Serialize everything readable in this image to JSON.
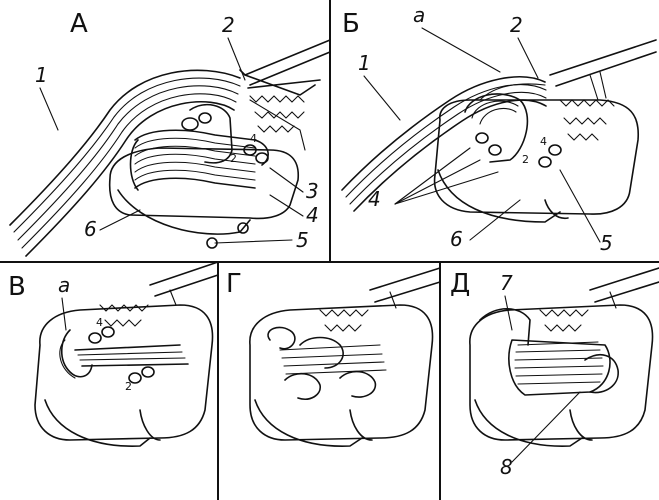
{
  "panels": [
    {
      "id": "A",
      "letter": "А",
      "labels": {
        "l1": "1",
        "l2": "2",
        "l3": "3",
        "l4": "4",
        "l5": "5",
        "l6": "6",
        "s4": "4",
        "s2": "2"
      }
    },
    {
      "id": "B",
      "letter": "Б",
      "labels": {
        "la": "а",
        "l1": "1",
        "l2": "2",
        "l4": "4",
        "l5": "5",
        "l6": "6",
        "s4": "4",
        "s2": "2"
      }
    },
    {
      "id": "V",
      "letter": "В",
      "labels": {
        "la": "а",
        "s4": "4",
        "s2": "2"
      }
    },
    {
      "id": "G",
      "letter": "Г",
      "labels": {}
    },
    {
      "id": "D",
      "letter": "Д",
      "labels": {
        "l7": "7",
        "l8": "8"
      }
    }
  ],
  "colors": {
    "ink": "#111111",
    "paper": "#ffffff"
  }
}
